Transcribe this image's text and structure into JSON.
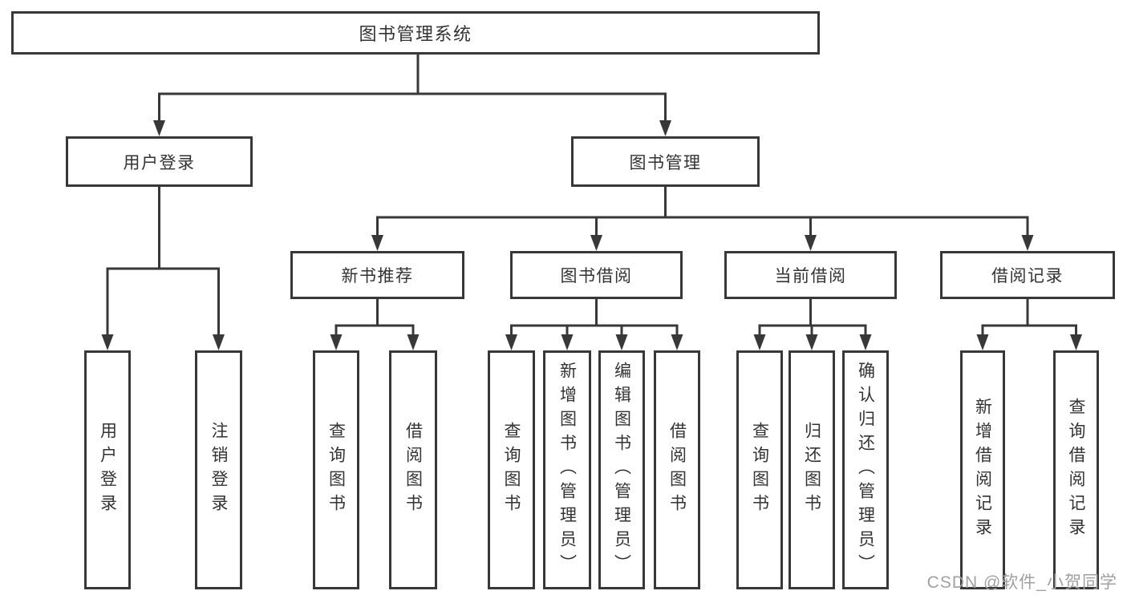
{
  "tree": {
    "root": {
      "label": "图书管理系统"
    },
    "branches": [
      {
        "label": "用户登录",
        "children": [
          {
            "label": "用户登录"
          },
          {
            "label": "注销登录"
          }
        ]
      },
      {
        "label": "图书管理",
        "children": [
          {
            "label": "新书推荐",
            "children": [
              {
                "label": "查询图书"
              },
              {
                "label": "借阅图书"
              }
            ]
          },
          {
            "label": "图书借阅",
            "children": [
              {
                "label": "查询图书"
              },
              {
                "label": "新增图书（管理员）"
              },
              {
                "label": "编辑图书（管理员）"
              },
              {
                "label": "借阅图书"
              }
            ]
          },
          {
            "label": "当前借阅",
            "children": [
              {
                "label": "查询图书"
              },
              {
                "label": "归还图书"
              },
              {
                "label": "确认归还（管理员）"
              }
            ]
          },
          {
            "label": "借阅记录",
            "children": [
              {
                "label": "新增借阅记录"
              },
              {
                "label": "查询借阅记录"
              }
            ]
          }
        ]
      }
    ]
  },
  "watermark": {
    "text": "CSDN @软件_小贺同学"
  },
  "colors": {
    "line": "#383838",
    "text": "#333333",
    "watermark": "#a0a0a0",
    "background": "#ffffff"
  }
}
